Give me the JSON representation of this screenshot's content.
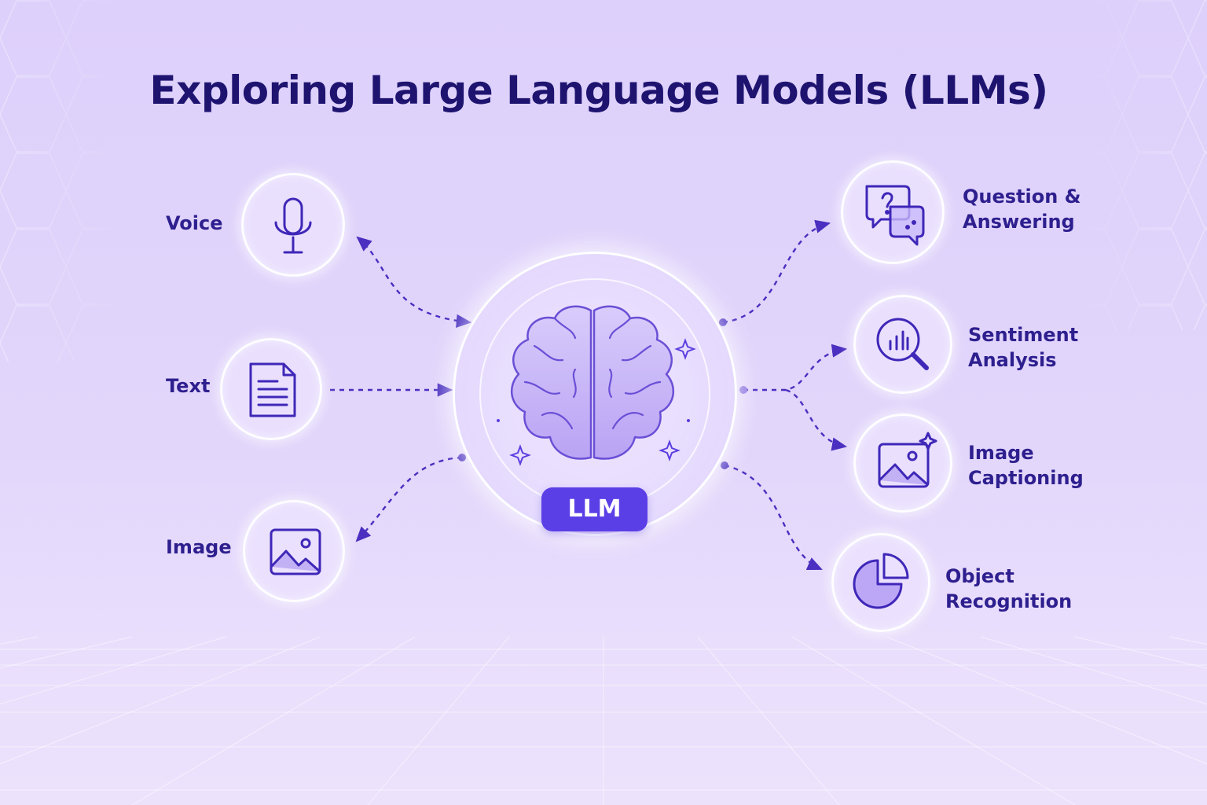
{
  "title": "Exploring Large Language Models (LLMs)",
  "center": {
    "label": "LLM",
    "icon": "brain-icon"
  },
  "inputs": [
    {
      "label": "Voice",
      "icon": "microphone-icon"
    },
    {
      "label": "Text",
      "icon": "document-icon"
    },
    {
      "label": "Image",
      "icon": "image-icon"
    }
  ],
  "outputs": [
    {
      "label_line1": "Question &",
      "label_line2": "Answering",
      "icon": "chat-bubbles-icon"
    },
    {
      "label_line1": "Sentiment",
      "label_line2": "Analysis",
      "icon": "magnifier-chart-icon"
    },
    {
      "label_line1": "Image",
      "label_line2": "Captioning",
      "icon": "image-sparkle-icon"
    },
    {
      "label_line1": "Object",
      "label_line2": "Recognition",
      "icon": "pie-chart-icon"
    }
  ],
  "colors": {
    "title": "#1e1470",
    "label": "#2e1f8f",
    "accent": "#4a2fd8",
    "icon_stroke": "#3f27b8",
    "badge": "#5b3fe6",
    "arrow": "#4a2fc0"
  }
}
